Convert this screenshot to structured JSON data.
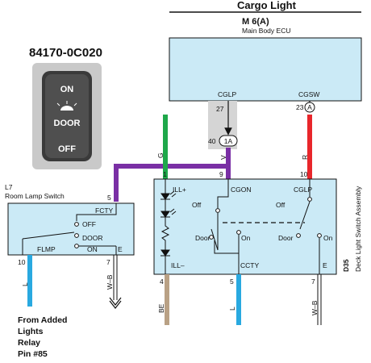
{
  "title": "Cargo Light",
  "ecu": {
    "id": "M 6(A)",
    "name": "Main Body ECU",
    "cglp": "CGLP",
    "cgsw": "CGSW",
    "pin_27": "27",
    "pin_23": "23",
    "badge_a": "A"
  },
  "connector": {
    "pin": "40",
    "badge": "1A"
  },
  "part": {
    "number": "84170-0C020"
  },
  "switch_photo": {
    "on": "ON",
    "door": "DOOR",
    "off": "OFF"
  },
  "wire_colors": {
    "g": "G",
    "v": "V",
    "r": "R",
    "l_left": "L",
    "wb_left": "W–B",
    "be": "BE",
    "l_right": "L",
    "wb_right": "W–B"
  },
  "room_lamp": {
    "id": "L7",
    "name": "Room Lamp Switch",
    "fcty": "FCTY",
    "off": "OFF",
    "door": "DOOR",
    "on": "ON",
    "flmp": "FLMP",
    "e": "E",
    "pin_5": "5",
    "pin_10": "10",
    "pin_7": "7"
  },
  "deck_switch": {
    "id": "D35",
    "name": "Deck Light Switch Assembly",
    "ill_plus": "ILL+",
    "ill_minus": "ILL–",
    "cgon": "CGON",
    "cglp": "CGLP",
    "ccty": "CCTY",
    "e": "E",
    "off_left": "Off",
    "off_right": "Off",
    "door_left": "Door",
    "on_left": "On",
    "door_right": "Door",
    "on_right": "On",
    "pin_1": "1",
    "pin_9": "9",
    "pin_10": "10",
    "pin_4": "4",
    "pin_5": "5",
    "pin_7": "7"
  },
  "note": {
    "line1": "From Added",
    "line2": "Lights",
    "line3": "Relay",
    "line4": "Pin #85"
  },
  "colors": {
    "ecu_fill": "#cbeaf6",
    "purple": "#7a2fa5",
    "green": "#1ea84a",
    "red": "#e8262b",
    "blue": "#29a9e0",
    "tan": "#b9a185",
    "gray_band": "#d5d5d5"
  }
}
